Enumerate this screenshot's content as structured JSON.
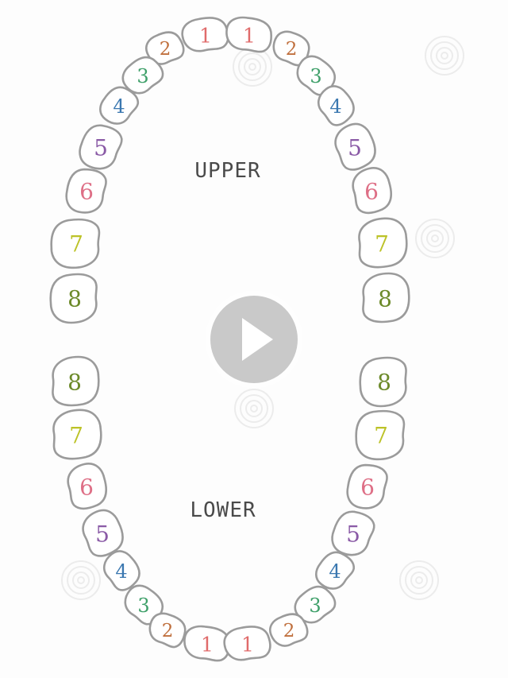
{
  "labels": {
    "upper": "UPPER",
    "lower": "LOWER"
  },
  "colors": {
    "1": "#e06b6b",
    "2": "#c0703e",
    "3": "#3fa06a",
    "4": "#3b78b0",
    "5": "#8a5aa6",
    "6": "#de6f86",
    "7": "#bcc227",
    "8": "#6c8a2a"
  },
  "teeth": {
    "upper_left": [
      "1",
      "2",
      "3",
      "4",
      "5",
      "6",
      "7",
      "8"
    ],
    "upper_right": [
      "1",
      "2",
      "3",
      "4",
      "5",
      "6",
      "7",
      "8"
    ],
    "lower_left": [
      "8",
      "7",
      "6",
      "5",
      "4",
      "3",
      "2",
      "1"
    ],
    "lower_right": [
      "8",
      "7",
      "6",
      "5",
      "4",
      "3",
      "2",
      "1"
    ]
  },
  "overlay": {
    "icon": "play-icon"
  }
}
